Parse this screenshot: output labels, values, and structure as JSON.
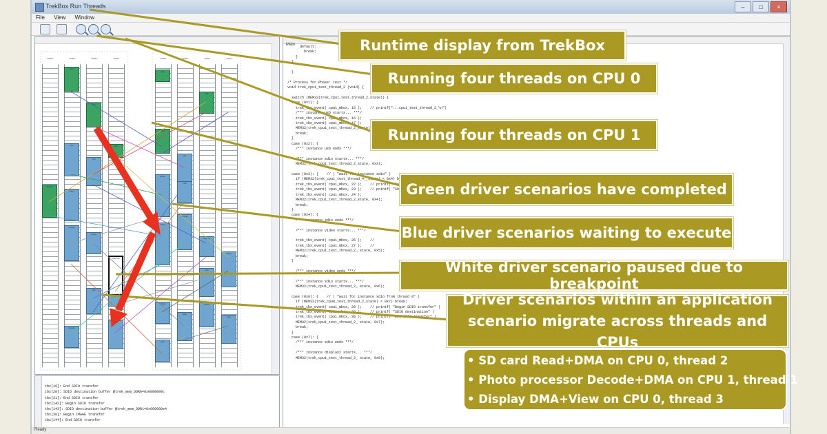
{
  "window": {
    "title": "TrekBox Run Threads",
    "menu": [
      "File",
      "View",
      "Window"
    ],
    "status": "Ready",
    "right_pane_title": "Main"
  },
  "log_lines": [
    "tbx[19]: End SDIO transfer",
    "tbx[20]: SDIO destination buffer @trek_mem_DDR0=0x0000000c",
    "tbx[21]: End SDIO transfer",
    "tbx[142]: Begin SDIO transfer",
    "tbx[143]: SDIO destination buffer @trek_mem_DDR1=0x000000e4",
    "tbx[38]: Begin IMAGE transfer",
    "tbx[144]: End SDIO transfer"
  ],
  "code_lines": [
    "      default:",
    "        break;",
    "    }",
    "  }",
    "",
    "  }",
    "",
    "/* Process for Phase: test */",
    "void trek_cpu1_test_thread_2 (void) {",
    "",
    "  switch (MEM32(trek_cpu1_test_thread_2_state)) {",
    "  case (0x1): {",
    "    trek_tbx_event( cpu1_mbox, 15 );    // printf(\"...cpu1_test_thread_2_\\n\")",
    "    /*** instance usb starts... ***/",
    "    trek_tbx_event( cpu1_mbox, 16 );",
    "    trek_tbx_event( cpu1_mbox, 17 );",
    "    MEM32(trek_cpu1_test_thread_2_state) = 0x2;",
    "    break;",
    "  }",
    "  case (0x2): {",
    "    /*** instance usb ends ***/",
    "",
    "    /*** instance sdio starts... ***/",
    "    MEM32(trek_cpu1_test_thread_2_state, 0x3);",
    "",
    "  case (0x3): {    // ( \"wait for instance sdio\" )",
    "    if (MEM32(trek_cpu1_test_thread_4__state) < 0x4) break;",
    "    trek_tbx_event( cpu1_mbox, 22 );    // printf( \"Begin SDIO transfer\\n\" )",
    "    trek_tbx_event( cpu1_mbox, 23 );    // printf( \"SDIO destination buffer trek_mem_DDR1=0x000000e4\" )",
    "    trek_tbx_event( cpu1_mbox, 24 );",
    "    MEM32(trek_cpu1_test_thread_2_state, 0x4);",
    "    break;",
    "  }",
    "  case (0x4): {",
    "    /*** instance sdio ends ***/",
    "",
    "    /*** instance video starts... ***/",
    "",
    "    trek_tbx_event( cpu1_mbox, 26 );    //",
    "    trek_tbx_event( cpu1_mbox, 27 );    //",
    "    MEM32(trek_cpu1_test_thread_2_ state, 0x5);",
    "    break;",
    "  }",
    "",
    "    /*** instance video ends ***/",
    "",
    "    /*** instance sdio starts... ***/",
    "    MEM32(trek_cpu1_test_thread_2_ state, 0x6);",
    "",
    "  case (0x6): {    // ( \"wait for instance sdio from thread 0\" )",
    "    if (MEM32(trek_cpu0_test_thread_2_state) < 0x7) break;",
    "    trek_tbx_event( cpu1_mbox, 28 );    // printf( \"Begin SDIO transfer\" )",
    "    trek_tbx_event( cpu1_mbox, 29 );    // printf( \"SDIO destination\" )",
    "    trek_tbx_event( cpu1_mbox, 30 );    // printf( \"End SDIO transfer\" )",
    "    MEM32(trek_cpu1_test_thread_2_ state, 0x7);",
    "    break;",
    "  }",
    "  case (0x7): {",
    "    /*** instance sdio ends ***/",
    "",
    "    /*** instance display2 starts... ***/",
    "    MEM32(trek_cpu1_test_thread_2_ state, 0x8);"
  ],
  "thread_labels": [
    "TrekLL",
    "TrekLL",
    "TrekLL",
    "TrekLL",
    "TrekLL",
    "TrekLL",
    "TrekLL",
    "TrekLL"
  ],
  "block_labels": {
    "sdio": "sdio",
    "usb": "usb",
    "video": "video",
    "display": "display",
    "photo": "photo",
    "paused": "sdio DM"
  },
  "callouts": {
    "runtime": "Runtime display from TrekBox",
    "cpu0": "Running four threads on CPU 0",
    "cpu1": "Running four threads on CPU 1",
    "green": "Green driver scenarios have completed",
    "blue": "Blue driver scenarios waiting to execute",
    "white": "White driver scenario paused due to breakpoint",
    "migrate_1": "Driver scenarios within an application",
    "migrate_2": "scenario migrate across threads and CPUs"
  },
  "bullets": [
    "• SD card Read+DMA on CPU 0, thread 2",
    "• Photo processor Decode+DMA on CPU 1, thread 1",
    "• Display DMA+View on CPU 0, thread 3"
  ],
  "colors": {
    "callout_bg": "#aa9a24",
    "leader_line": "#aa9a24",
    "arrow": "#e8321f",
    "block_blue": "#6fa5cf",
    "block_green": "#3ba462"
  }
}
